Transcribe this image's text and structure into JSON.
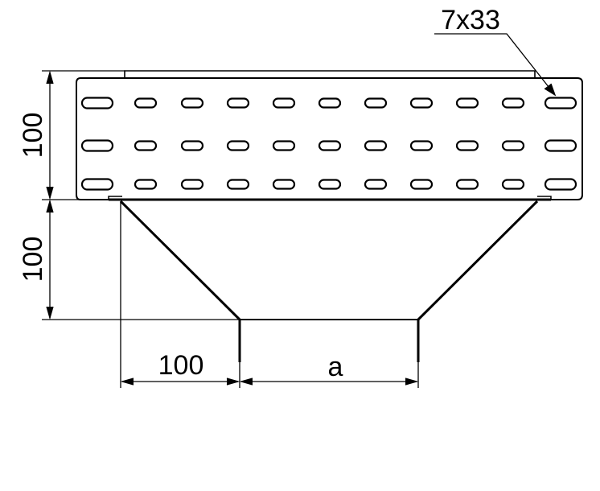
{
  "labels": {
    "hole_size": "7x33",
    "height_top": "100",
    "height_bottom": "100",
    "offset_width": "100",
    "width_variable": "a"
  },
  "colors": {
    "line": "#000000",
    "background": "#ffffff"
  }
}
